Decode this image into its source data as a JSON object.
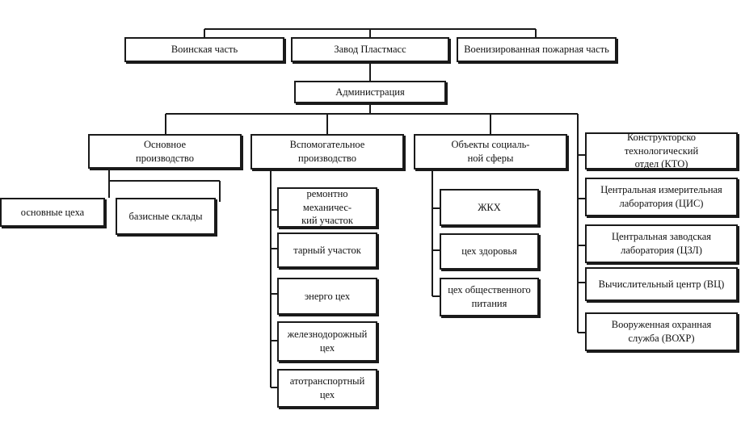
{
  "top_row": {
    "military_unit": "Воинская часть",
    "plant": "Завод Пластмасс",
    "fire_unit": "Военизированная  пожарная часть"
  },
  "administration": "Администрация",
  "divisions": {
    "main_production": "Основное\nпроизводство",
    "auxiliary_production": "Вспомогательное\nпроизводство",
    "social_objects": "Объекты социаль-\nной сферы",
    "kto": "Конструкторско технологический\nотдел (КТО)"
  },
  "main_production_units": [
    "основные цеха",
    "базисные склады"
  ],
  "auxiliary_units": [
    "ремонтно механичес-\nкий участок",
    "тарный участок",
    "энерго цех",
    "железнодорожный\nцех",
    "атотранспортный\nцех"
  ],
  "social_units": [
    "ЖКХ",
    "цех здоровья",
    "цех общественного\nпитания"
  ],
  "right_units": [
    "Центральная измерительная\nлаборатория (ЦИС)",
    "Центральная заводская\nлаборатория (ЦЗЛ)",
    "Вычислительный центр (ВЦ)",
    "Вооруженная охранная\nслужба (ВОХР)"
  ]
}
